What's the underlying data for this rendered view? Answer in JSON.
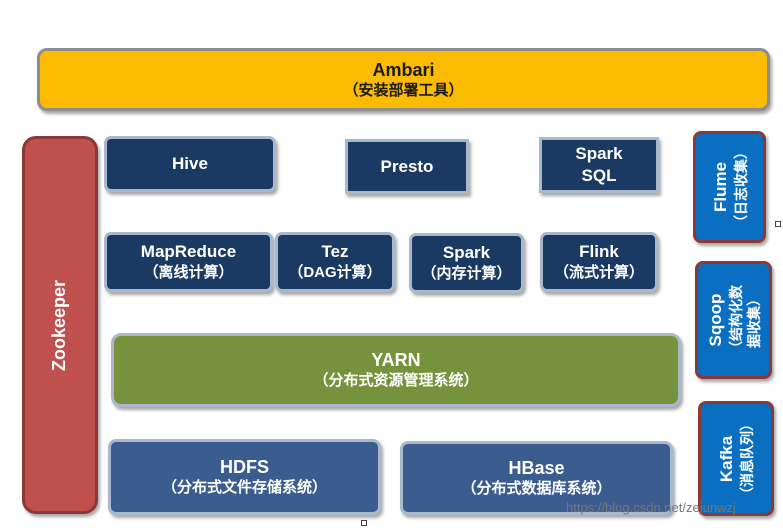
{
  "ambari": {
    "title": "Ambari",
    "subtitle": "（安装部署工具）"
  },
  "zookeeper": {
    "title": "Zookeeper"
  },
  "query_layer": {
    "hive": "Hive",
    "presto": "Presto",
    "spark_sql_line1": "Spark",
    "spark_sql_line2": "SQL"
  },
  "compute_layer": {
    "mapreduce": {
      "title": "MapReduce",
      "subtitle": "（离线计算）"
    },
    "tez": {
      "title": "Tez",
      "subtitle": "（DAG计算）"
    },
    "spark": {
      "title": "Spark",
      "subtitle": "（内存计算）"
    },
    "flink": {
      "title": "Flink",
      "subtitle": "（流式计算）"
    }
  },
  "yarn": {
    "title": "YARN",
    "subtitle": "（分布式资源管理系统）"
  },
  "storage_layer": {
    "hdfs": {
      "title": "HDFS",
      "subtitle": "（分布式文件存储系统）"
    },
    "hbase": {
      "title": "HBase",
      "subtitle": "（分布式数据库系统）"
    }
  },
  "ingestion": {
    "flume": {
      "title": "Flume",
      "subtitle": "（日志收集）"
    },
    "sqoop": {
      "title": "Sqoop",
      "subtitle_line1": "（结构化数",
      "subtitle_line2": "据收集）"
    },
    "kafka": {
      "title": "Kafka",
      "subtitle": "（消息队列）"
    }
  },
  "watermark": "https://blog.csdn.net/zejunwzj",
  "colors": {
    "ambari": "#fbbb00",
    "zookeeper": "#c0504d",
    "navy": "#1b3a63",
    "yarn": "#76923c",
    "storage": "#3b5c8f",
    "ingestion": "#0a6fc1"
  }
}
